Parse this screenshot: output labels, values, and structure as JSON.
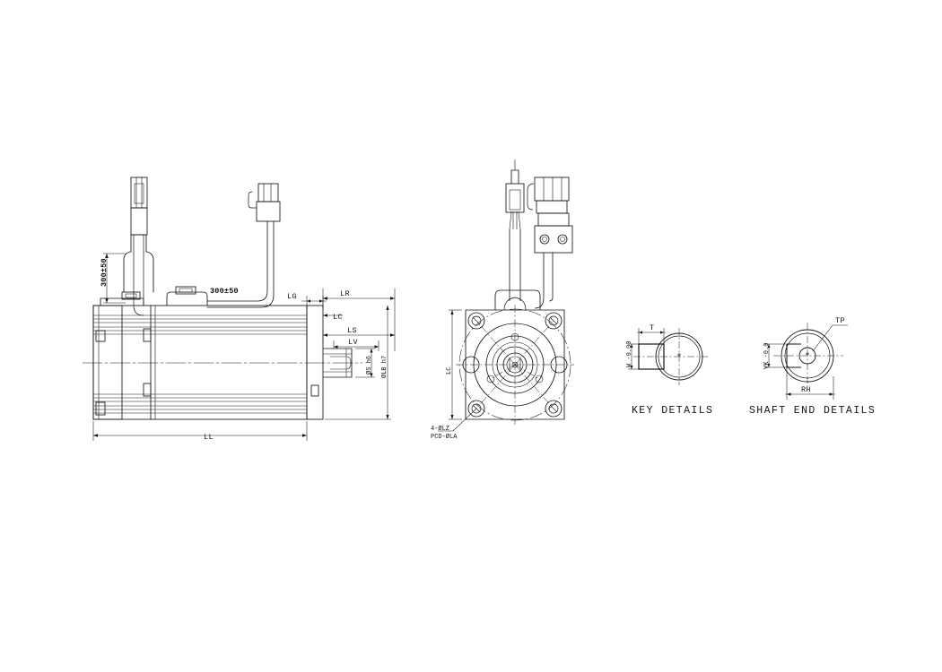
{
  "drawing": {
    "type": "servo-motor-dimensional-drawing",
    "background_color": "#ffffff",
    "line_color": "#141414",
    "views": [
      {
        "name": "side-view",
        "label": ""
      },
      {
        "name": "front-view",
        "label": ""
      },
      {
        "name": "key-details-view",
        "label": "KEY DETAILS"
      },
      {
        "name": "shaft-end-details-view",
        "label": "SHAFT END DETAILS"
      }
    ]
  },
  "side_view": {
    "cable_1_length": "300±50",
    "cable_2_length": "300±50",
    "dim_overall_length": "LL",
    "dim_lg": "LG",
    "dim_lr": "LR",
    "dim_lc": "LC",
    "dim_ls": "LS",
    "dim_lv": "LV",
    "dim_shaft_dia": "ØS h6",
    "dim_flange_dia": "ØLB h7"
  },
  "front_view": {
    "dim_flange_size": "LC",
    "note_holes": "4-ØLZ",
    "note_pcd": "PCD-ØLA"
  },
  "key_details": {
    "title": "KEY DETAILS",
    "dim_width": "T",
    "dim_height": "W -0.00"
  },
  "shaft_end_details": {
    "title": "SHAFT END DETAILS",
    "dim_tap": "TP",
    "dim_rh": "RH",
    "dim_vk": "VK -0.0"
  }
}
